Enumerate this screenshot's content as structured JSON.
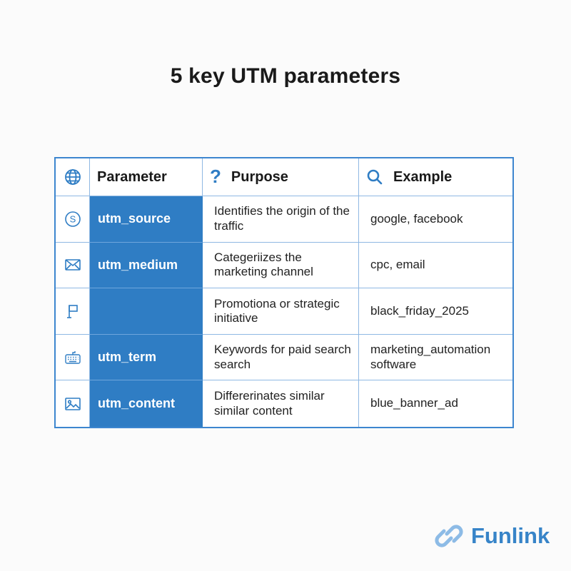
{
  "title": "5 key UTM parameters",
  "table": {
    "header": {
      "icon": "globe-icon",
      "parameter_label": "Parameter",
      "purpose_icon": "question-mark-icon",
      "purpose_label": "Purpose",
      "example_icon": "search-icon",
      "example_label": "Example"
    },
    "rows": [
      {
        "icon": "dollar-icon",
        "parameter": "utm_source",
        "purpose": "Identifies the origin of the traffic",
        "example": "google, facebook"
      },
      {
        "icon": "envelope-icon",
        "parameter": "utm_medium",
        "purpose": "Categeriizes the marketing channel",
        "example": "cpc, email"
      },
      {
        "icon": "flag-icon",
        "parameter": "",
        "purpose": "Promotiona or strategic initiative",
        "example": "black_friday_2025"
      },
      {
        "icon": "keyboard-icon",
        "parameter": "utm_term",
        "purpose": "Keywords for paid search search",
        "example": "marketing_automation software"
      },
      {
        "icon": "image-icon",
        "parameter": "utm_content",
        "purpose": "Differerinates similar similar content",
        "example": "blue_banner_ad"
      }
    ]
  },
  "brand": {
    "icon": "link-icon",
    "name": "Funlink"
  },
  "colors": {
    "accent": "#2f7dc4",
    "border": "#3d86cf",
    "grid": "#8fb8e3",
    "brand_text": "#3784c8"
  }
}
